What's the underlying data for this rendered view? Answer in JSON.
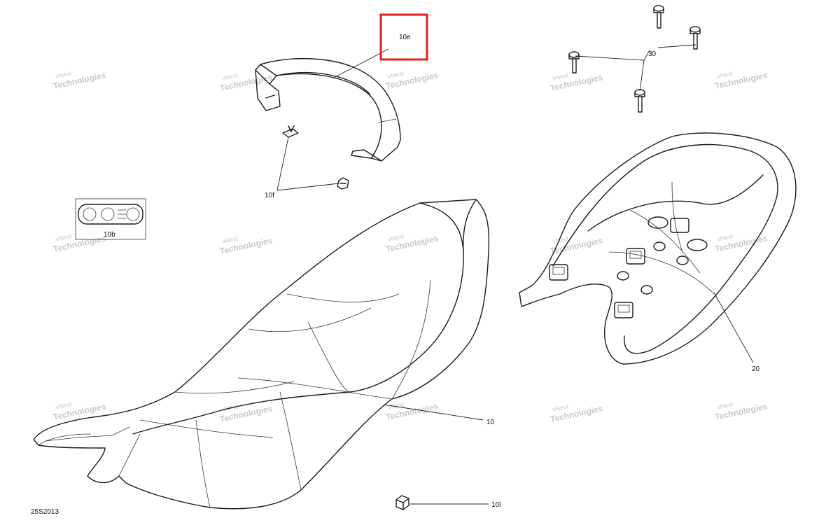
{
  "diagram": {
    "callouts": {
      "grab_handle": "10e",
      "push_rivet": "10f",
      "warning_decal": "10b",
      "seat_assembly": "10",
      "clip_nut": "10l",
      "seat_base": "20",
      "screws": "30"
    },
    "sheet_code": "25S2013",
    "watermark": {
      "line1": "vNext",
      "line2": "Technologies"
    },
    "highlight_color": "#e02020"
  }
}
